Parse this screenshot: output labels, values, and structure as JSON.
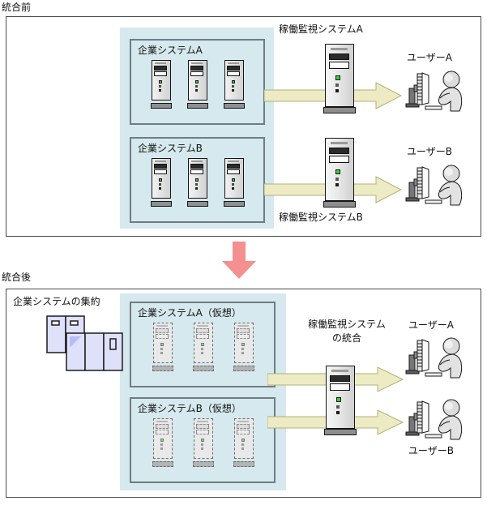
{
  "diagram": {
    "title_before": "統合前",
    "title_after": "統合後"
  },
  "before": {
    "system_a": {
      "label": "企業システムA",
      "server_count": 3
    },
    "system_b": {
      "label": "企業システムB",
      "server_count": 3
    },
    "monitor_a": {
      "label": "稼働監視システムA"
    },
    "monitor_b": {
      "label": "稼働監視システムB"
    },
    "user_a": {
      "label": "ユーザーA"
    },
    "user_b": {
      "label": "ユーザーB"
    }
  },
  "after": {
    "consolidation": {
      "label": "企業システムの集約"
    },
    "system_a": {
      "label": "企業システムA（仮想）",
      "server_count": 3
    },
    "system_b": {
      "label": "企業システムB（仮想）",
      "server_count": 3
    },
    "monitor_unified": {
      "label_line1": "稼働監視システム",
      "label_line2": "の統合"
    },
    "user_a": {
      "label": "ユーザーA"
    },
    "user_b": {
      "label": "ユーザーB"
    }
  },
  "transition": {
    "icon": "down-arrow-icon",
    "color": "#f49090"
  },
  "colors": {
    "group_background": "#d6e9ee",
    "system_border": "#6e7d85",
    "panel_border": "#4a4a4a",
    "flow_arrow_fill": "#ecebc4",
    "flow_arrow_stroke": "#b3b079",
    "transition_arrow": "#f49090",
    "cluster_fill": "#dfe0fa",
    "cluster_accent": "#b9bdf5",
    "led_green": "#35d435"
  }
}
